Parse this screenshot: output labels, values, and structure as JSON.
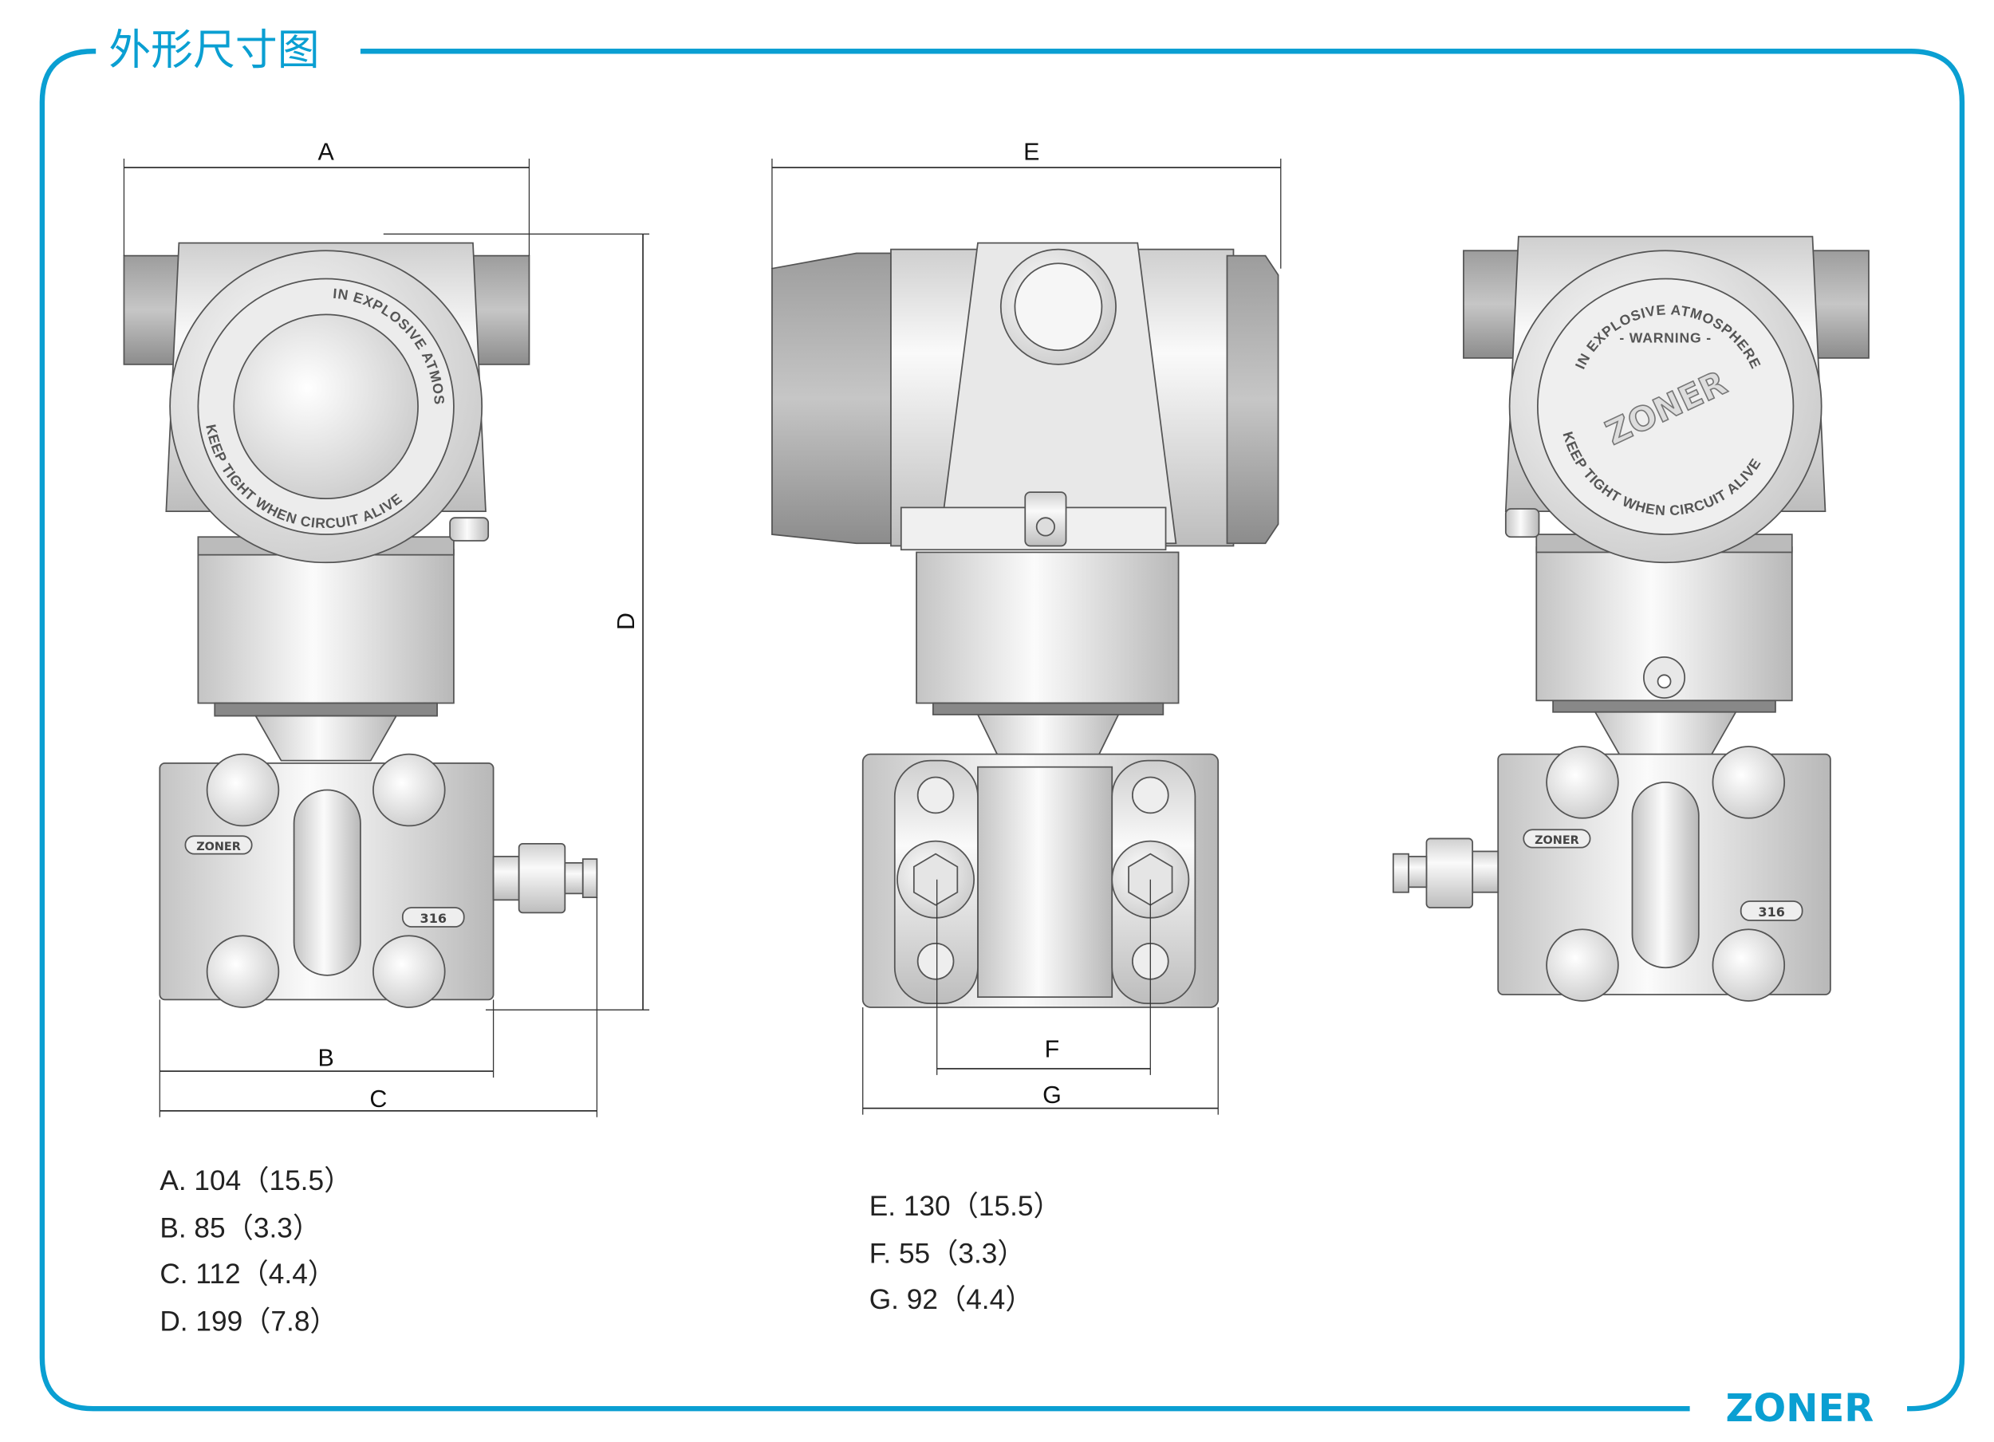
{
  "title": "外形尺寸图",
  "brand": "ZONER",
  "colors": {
    "accent": "#0a9fd2",
    "metal_light": "#f4f4f4",
    "metal_dark": "#9a9a9a"
  },
  "dimension_labels": {
    "A": "A",
    "B": "B",
    "C": "C",
    "D": "D",
    "E": "E",
    "F": "F",
    "G": "G"
  },
  "device_markings": {
    "cover_ring_left_top": "IN EXPLOSIVE ATMOSPHERE",
    "cover_ring_left_bottom": "KEEP TIGHT WHEN CIRCUIT ALIVE",
    "cover_right_top": "IN EXPLOSIVE ATMOSPHERE",
    "cover_right_warning": "- WARNING -",
    "cover_right_bottom": "KEEP TIGHT WHEN CIRCUIT ALIVE",
    "body_badge": "ZONER",
    "material_tag": "316"
  },
  "specs_left": [
    "A. 104（15.5）",
    "B. 85（3.3）",
    "C. 112（4.4）",
    "D. 199（7.8）"
  ],
  "specs_right": [
    "E. 130（15.5）",
    "F. 55（3.3）",
    "G. 92（4.4）"
  ]
}
